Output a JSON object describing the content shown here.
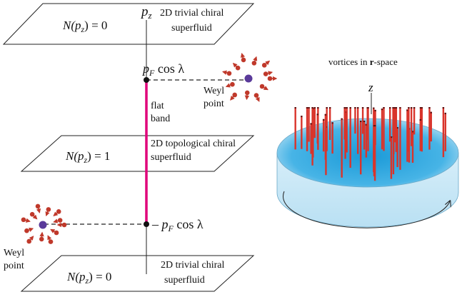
{
  "diagram": {
    "axis_label": "p",
    "axis_label_sub": "z",
    "planes": [
      {
        "id": "top",
        "count_label": "N(p",
        "count_sub": "z",
        "count_tail": ") = 0",
        "desc_line1": "2D trivial chiral",
        "desc_line2": "superfluid"
      },
      {
        "id": "middle",
        "count_label": "N(p",
        "count_sub": "z",
        "count_tail": ") = 1",
        "desc_line1": "2D topological chiral",
        "desc_line2": "superfluid"
      },
      {
        "id": "bottom",
        "count_label": "N(p",
        "count_sub": "z",
        "count_tail": ") = 0",
        "desc_line1": "2D trivial chiral",
        "desc_line2": "superfluid"
      }
    ],
    "fermi_top": {
      "p": "p",
      "sub": "F",
      "rest": " cos λ"
    },
    "fermi_bottom": {
      "prefix": "– ",
      "p": "p",
      "sub": "F",
      "rest": " cos λ"
    },
    "flat_band_line1": "flat",
    "flat_band_line2": "band",
    "weyl_top_line1": "Weyl",
    "weyl_top_line2": "point",
    "weyl_bottom_line1": "Weyl",
    "weyl_bottom_line2": "point",
    "vortex_title_pre": "vortices in ",
    "vortex_title_bold": "r",
    "vortex_title_post": "-space",
    "cylinder_axis_label": "z",
    "colors": {
      "flat_band": "#e0007a",
      "weyl_point": "#5a3a9a",
      "arrow": "#c0392b",
      "vortex": "#d9342b",
      "cylinder_fill_light": "#cde8f6",
      "cylinder_fill_deep": "#2fa6dd"
    }
  }
}
